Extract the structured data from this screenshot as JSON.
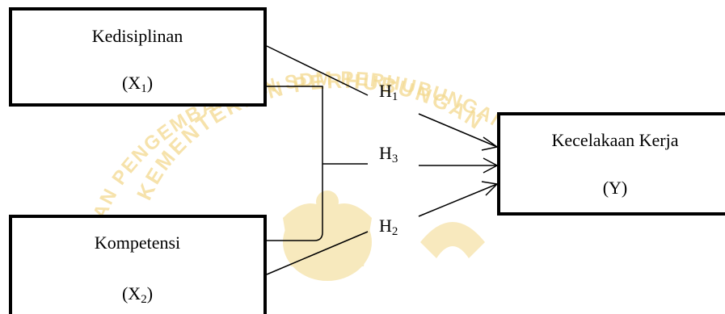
{
  "watermark": {
    "arc_top": "KEMENTERIAN PERHUBUNGAN",
    "arc_bottom": "BADAN PENGEMBANGAN SDM PERHUBUNGAN",
    "color": "#f3d98f"
  },
  "nodes": {
    "x1": {
      "title": "Kedisiplinan",
      "code_prefix": "(X",
      "code_sub": "1",
      "code_suffix": ")"
    },
    "x2": {
      "title": "Kompetensi",
      "code_prefix": "(X",
      "code_sub": "2",
      "code_suffix": ")"
    },
    "y": {
      "title": "Kecelakaan Kerja",
      "code": "(Y)"
    }
  },
  "hypotheses": {
    "h1": {
      "letter": "H",
      "sub": "1"
    },
    "h2": {
      "letter": "H",
      "sub": "2"
    },
    "h3": {
      "letter": "H",
      "sub": "3"
    }
  },
  "colors": {
    "line": "#000000",
    "background": "#ffffff"
  }
}
